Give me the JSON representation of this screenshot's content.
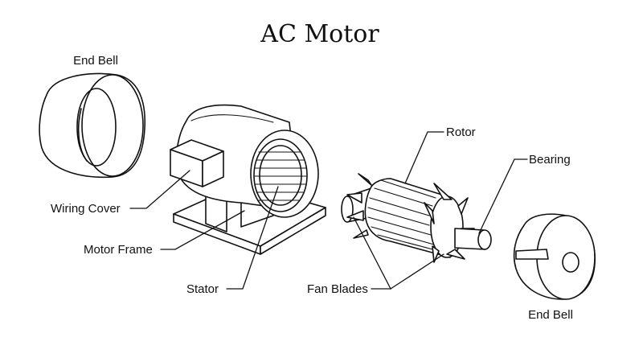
{
  "title": "AC Motor",
  "labels": {
    "end_bell_left": "End Bell",
    "wiring_cover": "Wiring Cover",
    "motor_frame": "Motor Frame",
    "stator": "Stator",
    "fan_blades": "Fan Blades",
    "rotor": "Rotor",
    "bearing": "Bearing",
    "end_bell_right": "End Bell"
  }
}
